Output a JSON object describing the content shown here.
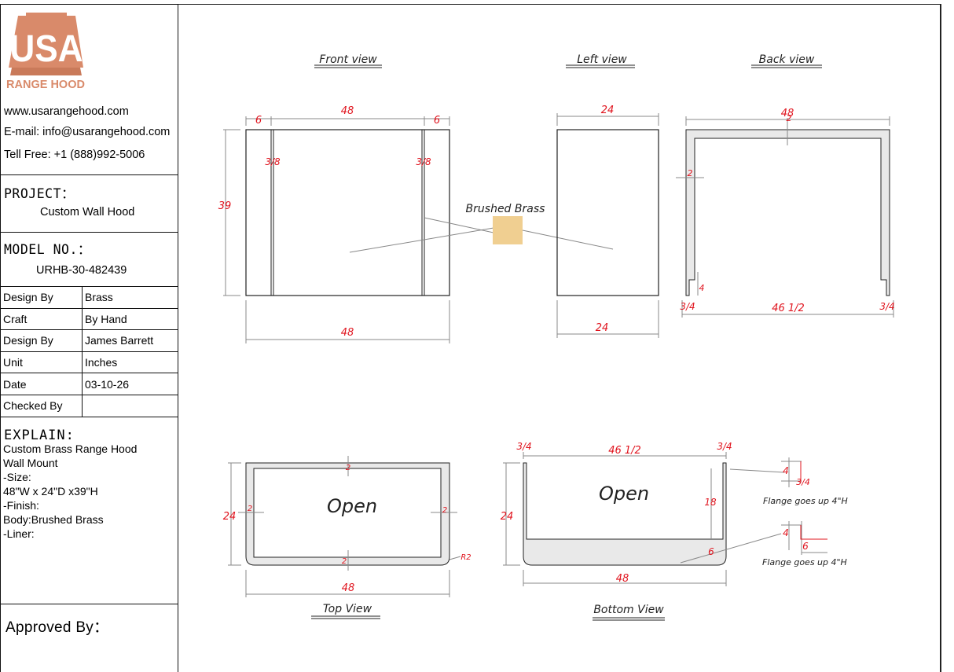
{
  "company": {
    "logo_text_top": "USA",
    "logo_text_bottom": "RANGE HOOD",
    "website": "www.usarangehood.com",
    "email": "E-mail: info@usarangehood.com",
    "phone": "Tell Free: +1 (888)992-5006"
  },
  "project": {
    "label": "PROJECT：",
    "value": "Custom Wall Hood"
  },
  "model": {
    "label": "MODEL NO.：",
    "value": "URHB-30-482439"
  },
  "info_rows": [
    {
      "key": "Design By",
      "value": "Brass"
    },
    {
      "key": "Craft",
      "value": "By Hand"
    },
    {
      "key": "Design By",
      "value": "James Barrett"
    },
    {
      "key": "Unit",
      "value": "Inches"
    },
    {
      "key": "Date",
      "value": "03-10-26"
    },
    {
      "key": "Checked By",
      "value": ""
    }
  ],
  "explain": {
    "label": "EXPLAIN:",
    "lines": [
      "Custom Brass Range Hood",
      "Wall Mount",
      "-Size:",
      "48\"W x 24\"D x39\"H",
      "-Finish:",
      "Body:Brushed Brass",
      "-Liner:"
    ]
  },
  "approved_by": "Approved By：",
  "views": {
    "front": "Front view",
    "left": "Left view",
    "back": "Back view",
    "top": "Top View",
    "bottom": "Bottom View"
  },
  "material_label": "Brushed Brass",
  "open_label": "Open",
  "flange_note": "Flange goes up 4\"H",
  "dimensions": {
    "front_width": "48",
    "front_margin": "6",
    "front_height": "39",
    "front_gap": "3/8",
    "left_depth": "24",
    "back_width": "48",
    "back_thickness": "2",
    "back_top": "2",
    "back_leg": "4",
    "back_bottom_inner": "46 1/2",
    "back_bottom_side": "3/4",
    "top_width": "48",
    "top_depth": "24",
    "top_wall": "2",
    "top_radius": "R2",
    "bottom_width": "48",
    "bottom_depth": "24",
    "bottom_inner": "46 1/2",
    "bottom_side": "3/4",
    "bottom_height": "18",
    "bottom_lip": "6",
    "flange_height": "4",
    "flange_width": "6",
    "flange_side": "3/4"
  },
  "colors": {
    "dimension": "#e0141e",
    "line": "#222222",
    "brass": "#f0cf91",
    "logo": "#d98a6a"
  }
}
